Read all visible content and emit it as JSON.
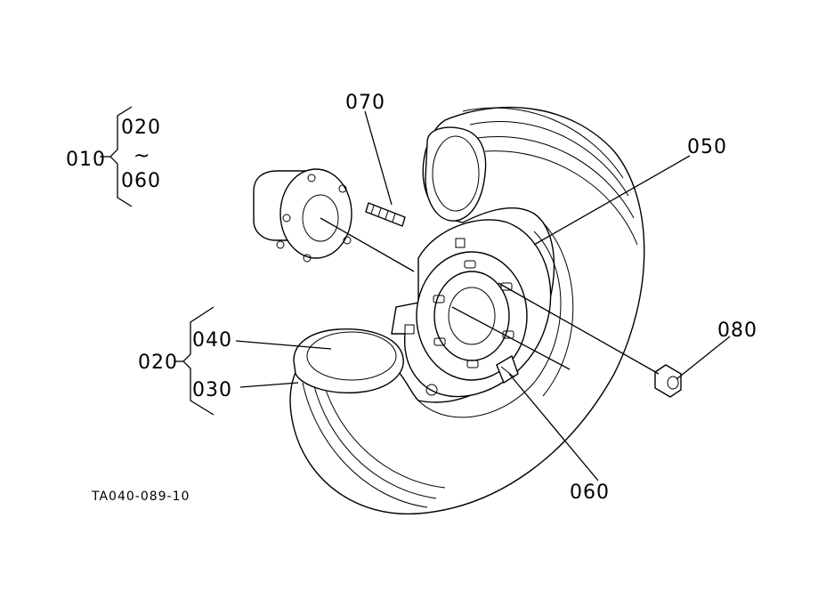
{
  "diagram": {
    "drawing_code": "TA040-089-10",
    "callouts": {
      "c070": "070",
      "c050": "050",
      "c080": "080",
      "c060_bottom": "060",
      "c040": "040",
      "c030": "030"
    },
    "group_010": {
      "parent": "010",
      "from": "020",
      "range_mark": "~",
      "to": "060"
    },
    "group_020": {
      "parent": "020",
      "first": "040",
      "second": "030"
    }
  }
}
